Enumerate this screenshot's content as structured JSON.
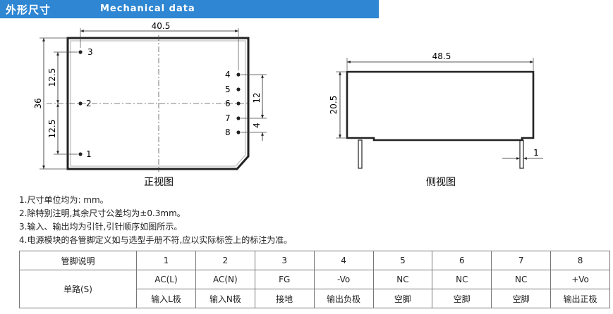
{
  "header": {
    "title_cn": "外形尺寸",
    "title_en": "Mechanical  data"
  },
  "front_view": {
    "caption": "正视图",
    "dims": {
      "width": "40.5",
      "height": "36",
      "half_top": "12.5",
      "half_bottom": "12.5",
      "pin_span": "12",
      "pin_pitch": "4"
    },
    "pins": [
      "1",
      "2",
      "3",
      "4",
      "5",
      "6",
      "7",
      "8"
    ]
  },
  "side_view": {
    "caption": "侧视图",
    "dims": {
      "length": "48.5",
      "height": "20.5",
      "pin_width": "1"
    }
  },
  "notes": [
    "1.尺寸单位均为: mm。",
    "2.除特别注明,其余尺寸公差均为±0.3mm。",
    "3.输入、输出均为引针,引针顺序如图所示。",
    "4.电源模块的各管脚定义如与选型手册不符,应以实际标签上的标注为准。"
  ],
  "pin_table": {
    "header_label": "管脚说明",
    "numbers": [
      "1",
      "2",
      "3",
      "4",
      "5",
      "6",
      "7",
      "8"
    ],
    "row_label": "单路(S)",
    "signals": [
      "AC(L)",
      "AC(N)",
      "FG",
      "-Vo",
      "NC",
      "NC",
      "NC",
      "+Vo"
    ],
    "functions": [
      "输入L极",
      "输入N极",
      "接地",
      "输出负极",
      "空脚",
      "空脚",
      "空脚",
      "输出正极"
    ]
  }
}
